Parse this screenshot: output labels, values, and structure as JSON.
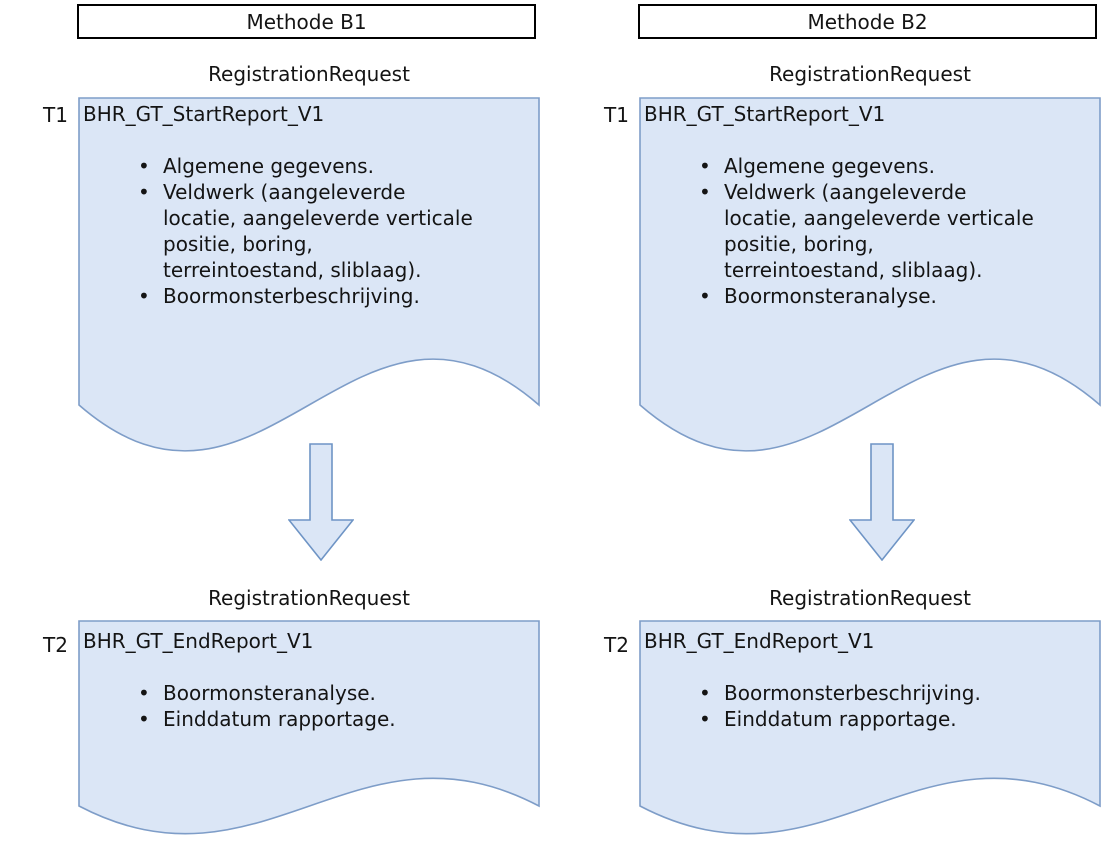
{
  "glyphs": {
    "bullet": "•"
  },
  "colors": {
    "doc_fill": "#dbe6f6",
    "doc_border": "#7e9dc8",
    "arrow_fill": "#dbe6f6",
    "arrow_border": "#6e94c5",
    "header_border": "#000000",
    "text": "#141414",
    "background": "#ffffff"
  },
  "columns": [
    {
      "header": "Methode B1",
      "t1": {
        "time_label": "T1",
        "request_label": "RegistrationRequest",
        "title": "BHR_GT_StartReport_V1",
        "bullets": [
          [
            "Algemene gegevens."
          ],
          [
            "Veldwerk (aangeleverde",
            "locatie, aangeleverde verticale",
            "positie, boring,",
            "terreintoestand, sliblaag)."
          ],
          [
            "Boormonsterbeschrijving."
          ]
        ]
      },
      "arrow": "down",
      "t2": {
        "time_label": "T2",
        "request_label": "RegistrationRequest",
        "title": "BHR_GT_EndReport_V1",
        "bullets": [
          [
            "Boormonsteranalyse."
          ],
          [
            "Einddatum rapportage."
          ]
        ]
      }
    },
    {
      "header": "Methode B2",
      "t1": {
        "time_label": "T1",
        "request_label": "RegistrationRequest",
        "title": "BHR_GT_StartReport_V1",
        "bullets": [
          [
            "Algemene gegevens."
          ],
          [
            "Veldwerk (aangeleverde",
            "locatie, aangeleverde verticale",
            "positie, boring,",
            "terreintoestand, sliblaag)."
          ],
          [
            "Boormonsteranalyse."
          ]
        ]
      },
      "arrow": "down",
      "t2": {
        "time_label": "T2",
        "request_label": "RegistrationRequest",
        "title": "BHR_GT_EndReport_V1",
        "bullets": [
          [
            "Boormonsterbeschrijving."
          ],
          [
            "Einddatum rapportage."
          ]
        ]
      }
    }
  ]
}
